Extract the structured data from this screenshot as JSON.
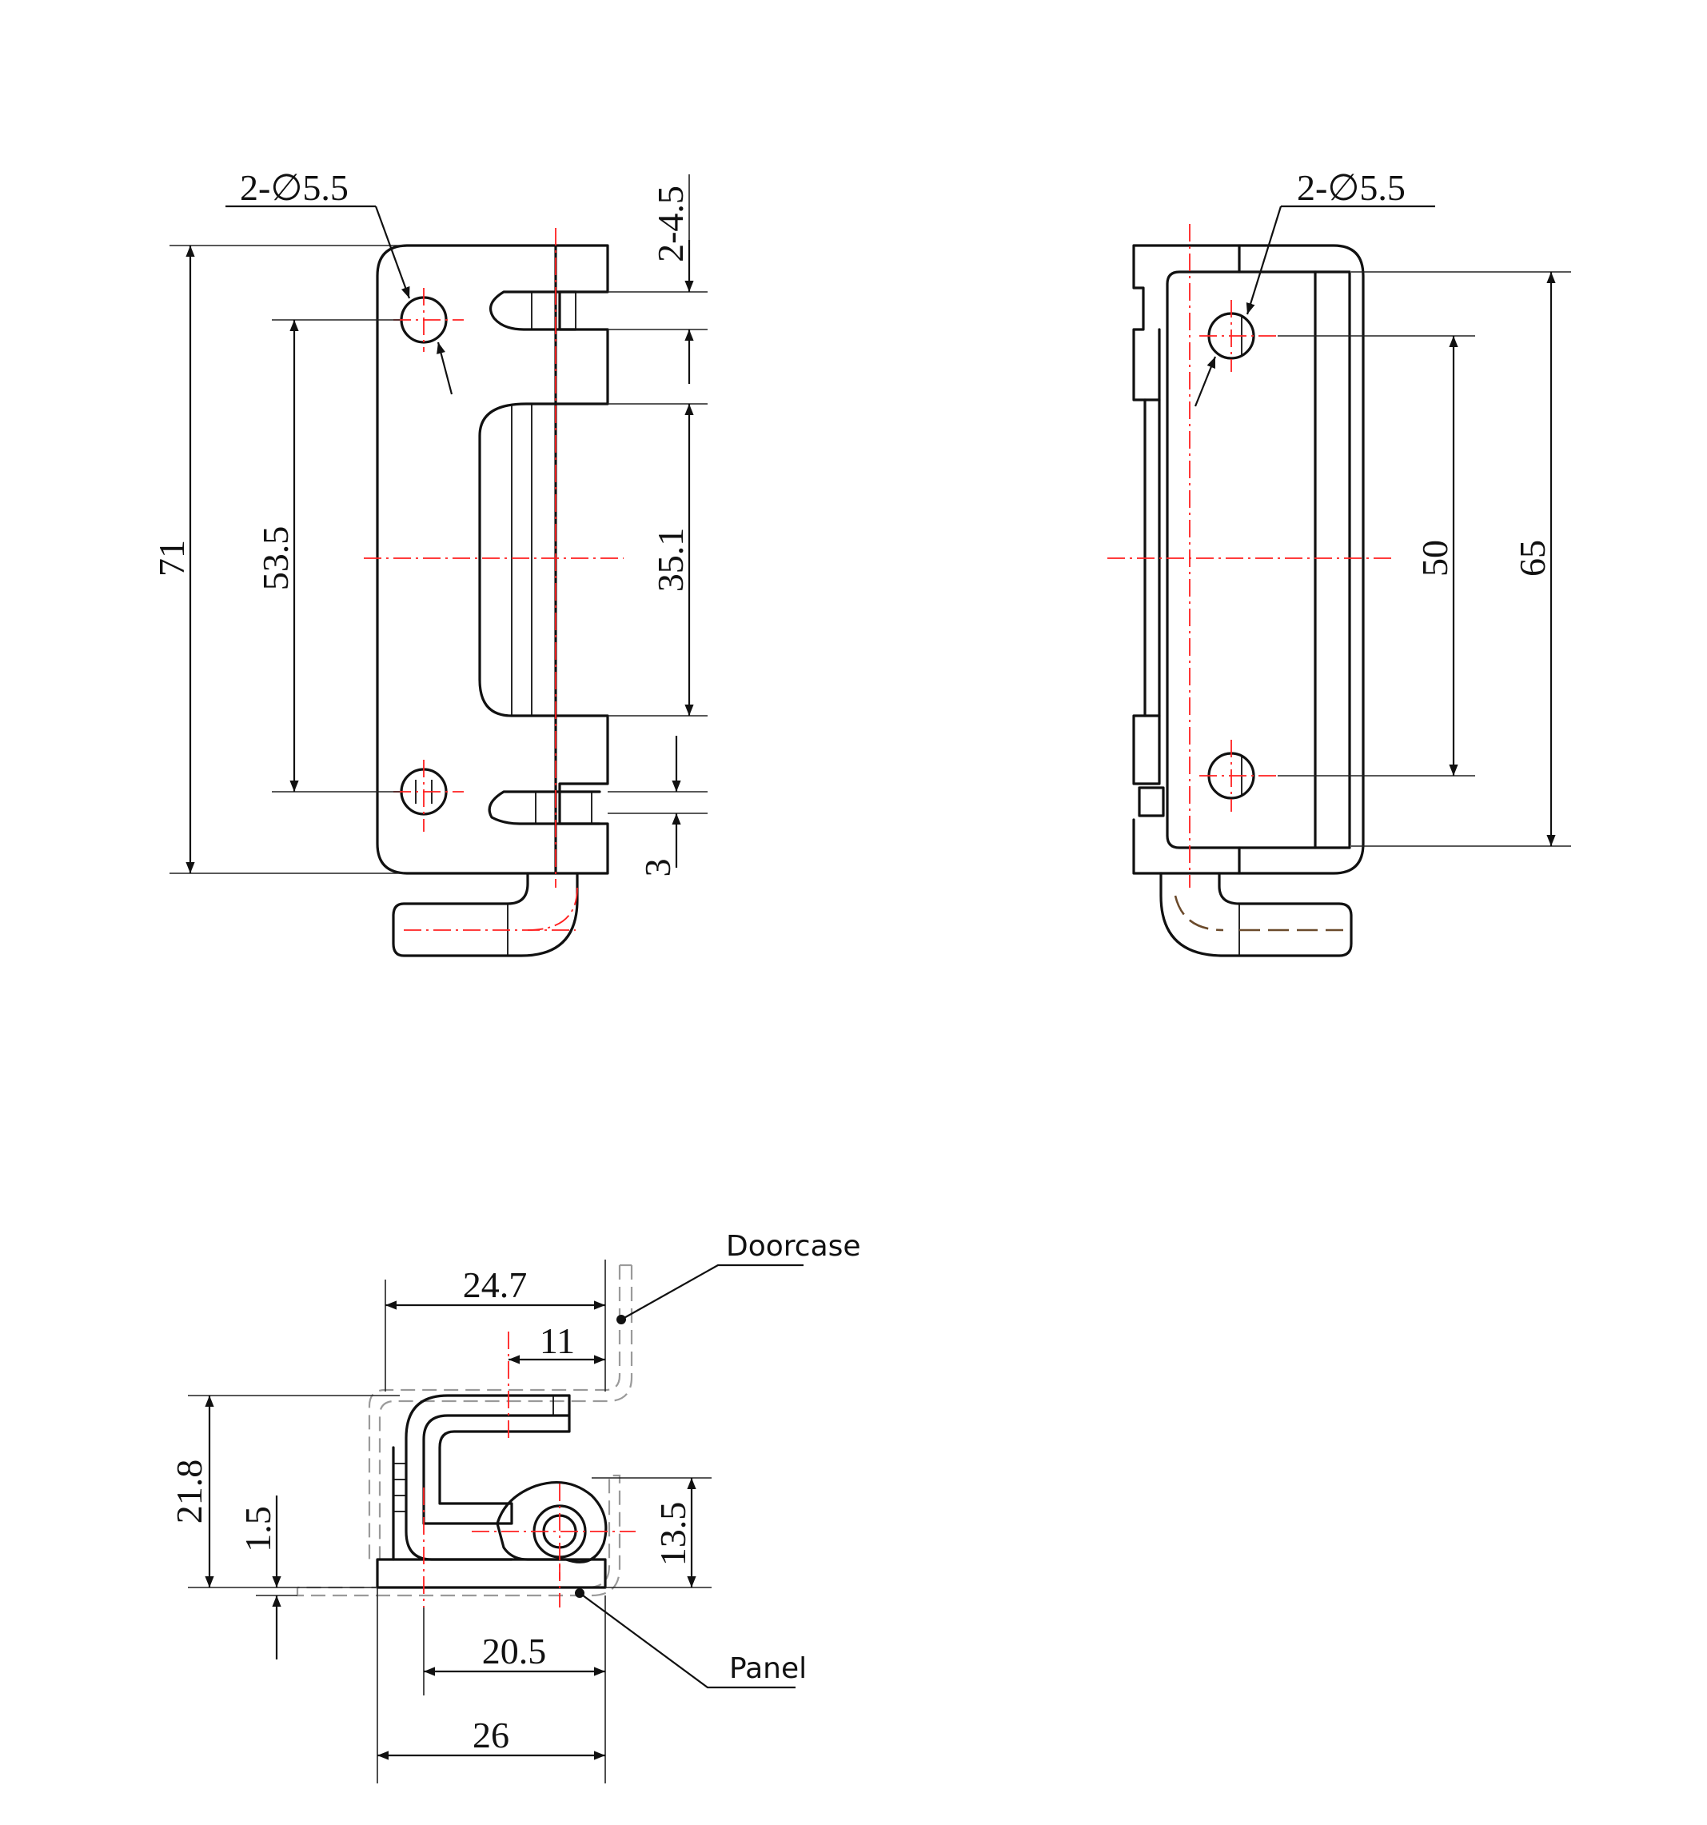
{
  "front_view": {
    "hole_callout": "2-∅5.5",
    "slot_callout": "2-4.5",
    "overall_height": "71",
    "hole_spacing": "53.5",
    "window_length": "35.1",
    "slot_gap": "3"
  },
  "side_view": {
    "hole_callout": "2-∅5.5",
    "hole_spacing": "50",
    "plate_height": "65"
  },
  "section_view": {
    "overall_depth": "24.7",
    "pivot_offset": "11",
    "overall_height": "21.8",
    "panel_gap": "1.5",
    "pivot_height": "13.5",
    "pivot_to_edge": "20.5",
    "base_width": "26",
    "doorcase_label": "Doorcase",
    "panel_label": "Panel"
  }
}
